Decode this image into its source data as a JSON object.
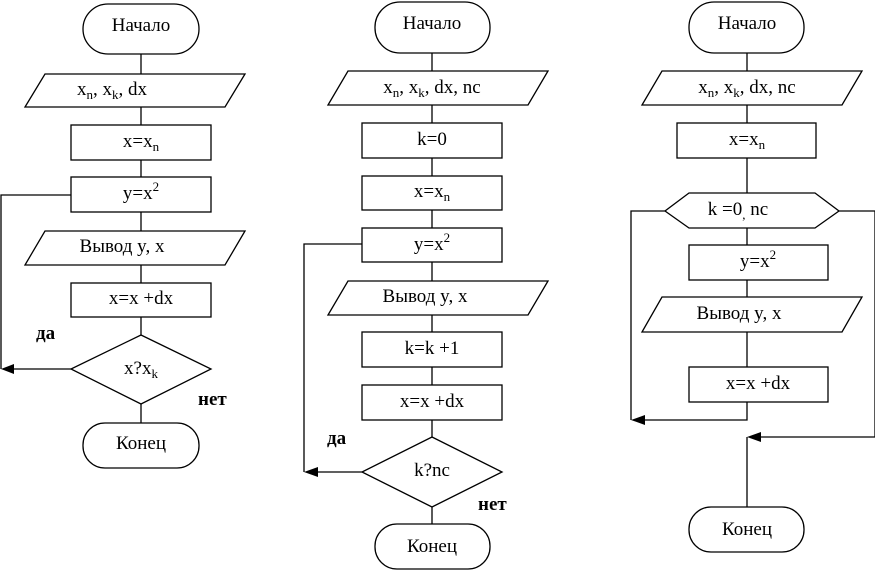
{
  "flowchart_1": {
    "start": "Начало",
    "input_main": "x",
    "input_sub1": "n",
    "input_mid": ", x",
    "input_sub2": "k",
    "input_tail": ", dx",
    "assign_main": "x=x",
    "assign_sub": "n",
    "compute_main": "y=x",
    "compute_sup": "2",
    "output": "Вывод y, x",
    "increment": "x=x +dx",
    "decision_main": "x?x",
    "decision_sub": "k",
    "yes": "да",
    "no": "нет",
    "end": "Конец"
  },
  "flowchart_2": {
    "start": "Начало",
    "input_main": "x",
    "input_sub1": "n",
    "input_mid": ", x",
    "input_sub2": "k",
    "input_tail": ", dx, nc",
    "counter_init": "k=0",
    "assign_main": "x=x",
    "assign_sub": "n",
    "compute_main": "y=x",
    "compute_sup": "2",
    "output": "Вывод y, x",
    "counter_inc": "k=k +1",
    "increment": "x=x +dx",
    "decision": "k?nc",
    "yes": "да",
    "no": "нет",
    "end": "Конец"
  },
  "flowchart_3": {
    "start": "Начало",
    "input_main": "x",
    "input_sub1": "n",
    "input_mid": ", x",
    "input_sub2": "k",
    "input_tail": ", dx, nc",
    "assign_main": "x=x",
    "assign_sub": "n",
    "loop_a": "k =0",
    "loop_sep": ",",
    "loop_b": " nc",
    "compute_main": "y=x",
    "compute_sup": "2",
    "output": "Вывод y, x",
    "increment": "x=x +dx",
    "end": "Конец"
  }
}
